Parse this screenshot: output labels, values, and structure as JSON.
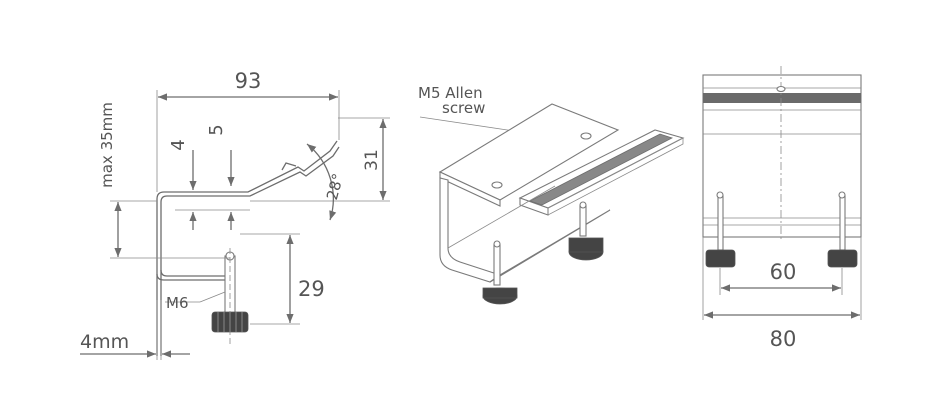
{
  "side_view": {
    "dim_width": "93",
    "dim_max_height": "max 35mm",
    "dim_4": "4",
    "dim_5": "5",
    "dim_31": "31",
    "dim_angle": "28°",
    "dim_29": "29",
    "label_thread": "M6",
    "dim_thickness": "4mm"
  },
  "iso_view": {
    "callout_line1": "M5 Allen",
    "callout_line2": "screw"
  },
  "front_view": {
    "dim_60": "60",
    "dim_80": "80"
  },
  "colors": {
    "line": "#6d6d6d",
    "text": "#555555",
    "knob": "#444444",
    "rail": "#777777"
  }
}
